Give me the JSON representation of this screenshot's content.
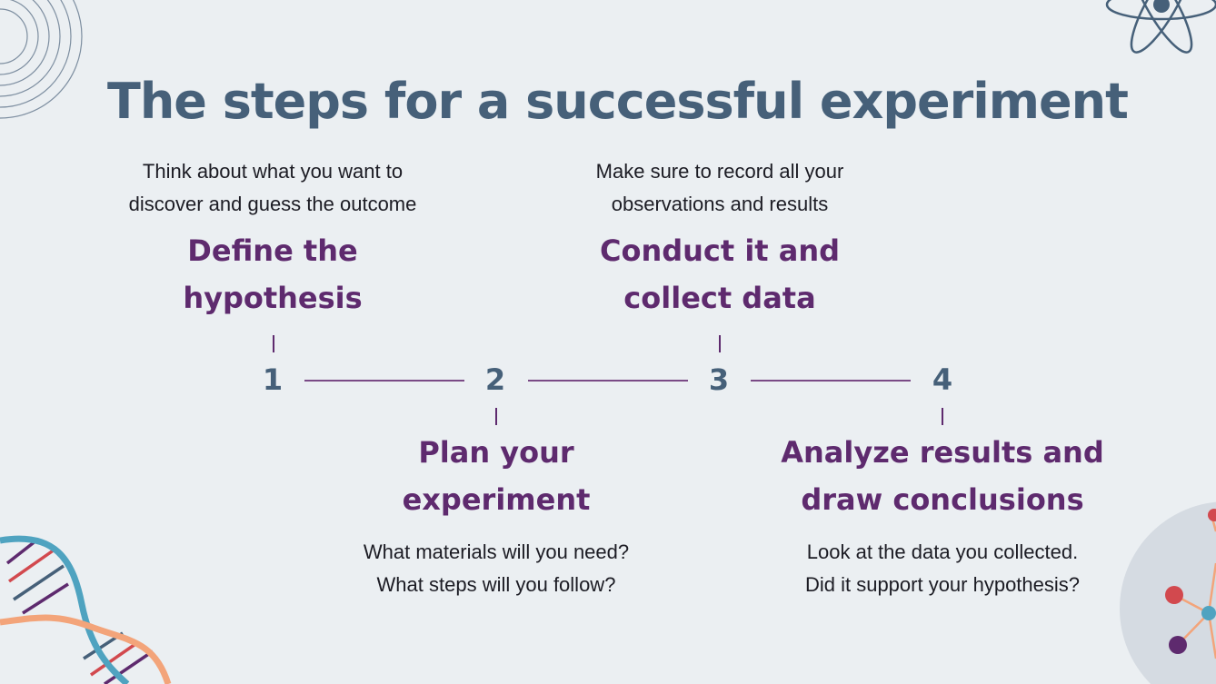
{
  "title": "The steps for a successful experiment",
  "steps": [
    {
      "number": "1",
      "heading": [
        "Define the",
        "hypothesis"
      ],
      "description": [
        "Think about what you want to",
        "discover and guess the outcome"
      ]
    },
    {
      "number": "2",
      "heading": [
        "Plan your",
        "experiment"
      ],
      "description": [
        "What materials will you need?",
        "What steps will you follow?"
      ]
    },
    {
      "number": "3",
      "heading": [
        "Conduct it and",
        "collect data"
      ],
      "description": [
        "Make sure to record all your",
        "observations and results"
      ]
    },
    {
      "number": "4",
      "heading": [
        "Analyze results and",
        "draw conclusions"
      ],
      "description": [
        "Look at the data you collected.",
        "Did it support your hypothesis?"
      ]
    }
  ],
  "colors": {
    "background": "#ebeff2",
    "title": "#466079",
    "heading": "#5e2a6e",
    "text": "#1c1c24",
    "line": "#7a4a86"
  },
  "decorations": [
    "concentric-circles-icon",
    "atom-icon",
    "dna-helix-icon",
    "molecule-icon"
  ]
}
